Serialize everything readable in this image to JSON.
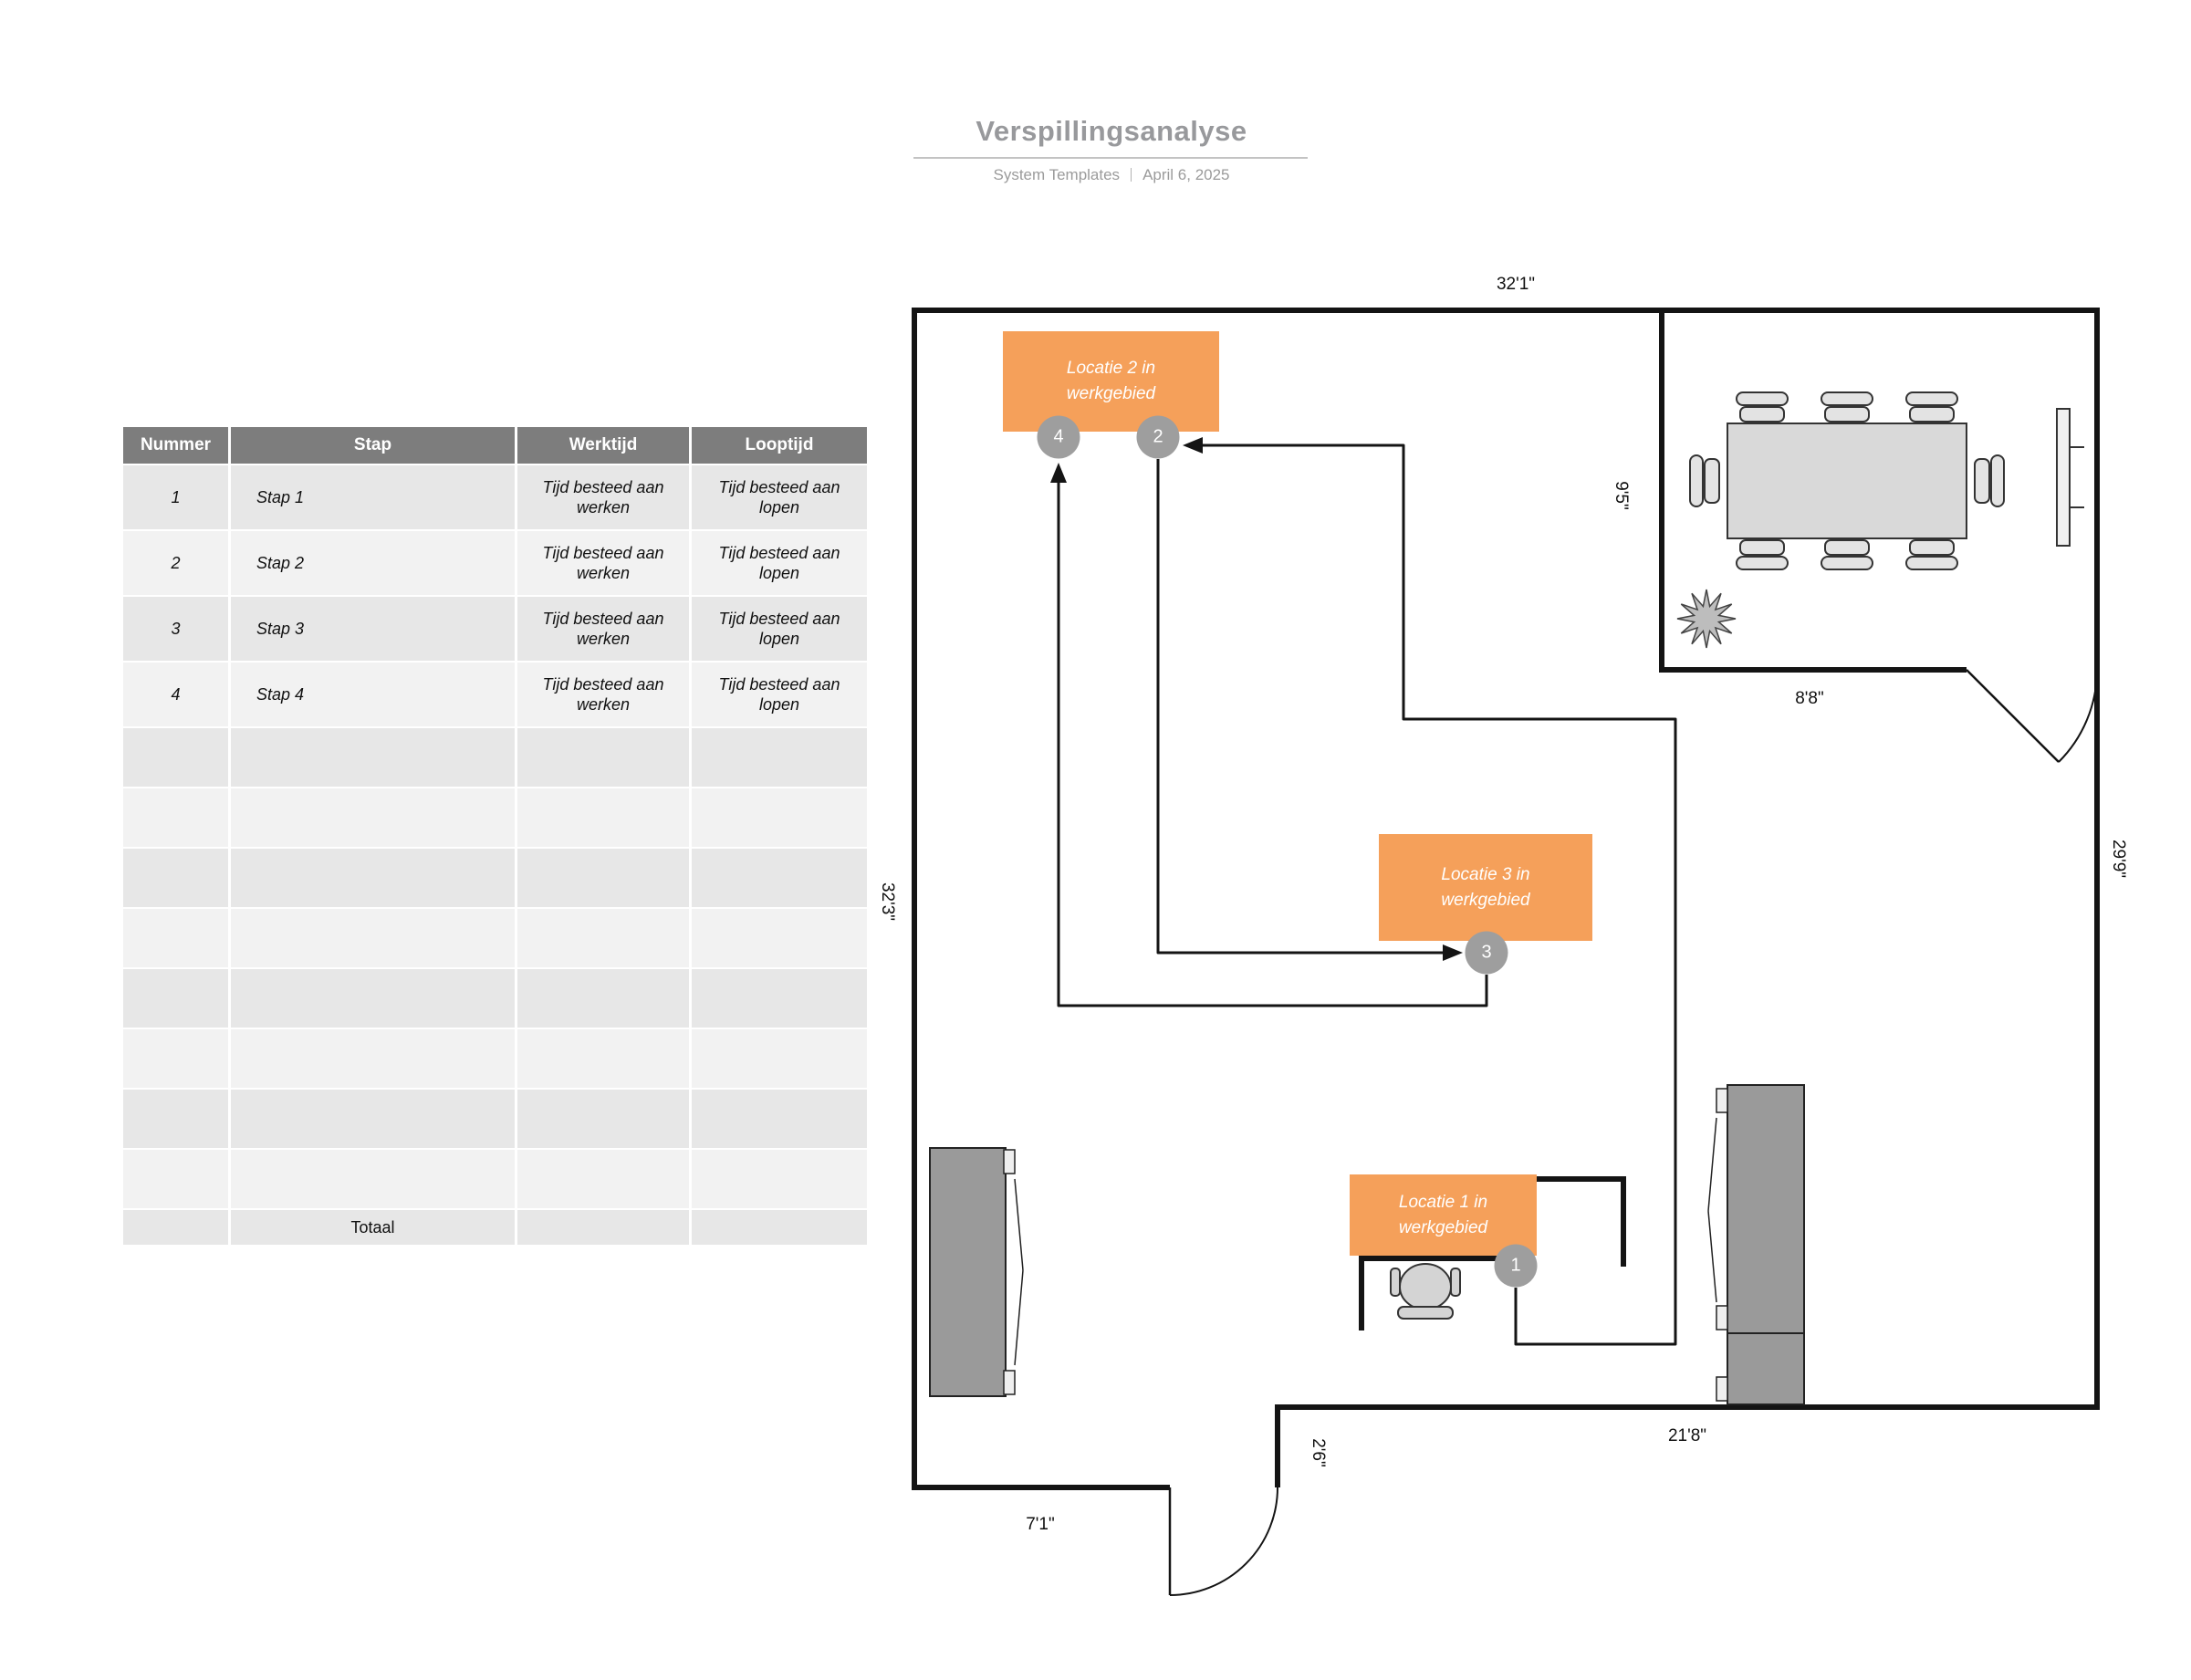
{
  "header": {
    "title": "Verspillingsanalyse",
    "brand": "System Templates",
    "date": "April 6, 2025"
  },
  "table": {
    "columns": {
      "nummer": "Nummer",
      "stap": "Stap",
      "werktijd": "Werktijd",
      "looptijd": "Looptijd"
    },
    "rows": [
      {
        "nummer": "1",
        "stap": "Stap 1",
        "werktijd": "Tijd besteed aan werken",
        "looptijd": "Tijd besteed aan lopen"
      },
      {
        "nummer": "2",
        "stap": "Stap 2",
        "werktijd": "Tijd besteed aan werken",
        "looptijd": "Tijd besteed aan lopen"
      },
      {
        "nummer": "3",
        "stap": "Stap 3",
        "werktijd": "Tijd besteed aan werken",
        "looptijd": "Tijd besteed aan lopen"
      },
      {
        "nummer": "4",
        "stap": "Stap 4",
        "werktijd": "Tijd besteed aan werken",
        "looptijd": "Tijd besteed aan lopen"
      }
    ],
    "total_label": "Totaal"
  },
  "floorplan": {
    "locations": {
      "loc1": "Locatie 1 in werkgebied",
      "loc2": "Locatie 2 in werkgebied",
      "loc3": "Locatie 3 in werkgebied"
    },
    "markers": {
      "m1": "1",
      "m2": "2",
      "m3": "3",
      "m4": "4"
    },
    "dims": {
      "top": "32'1\"",
      "left": "32'3\"",
      "right": "29'9\"",
      "meeting_left": "9'5\"",
      "meeting_bottom": "8'8\"",
      "bottom_right": "21'8\"",
      "notch": "2'6\"",
      "bottom_left": "7'1\""
    },
    "colors": {
      "location_fill": "#F5A05A",
      "marker_fill": "#9E9E9E",
      "cabinet_fill": "#9A9A9A",
      "table_fill": "#D9D9D9",
      "wall": "#141414"
    }
  }
}
